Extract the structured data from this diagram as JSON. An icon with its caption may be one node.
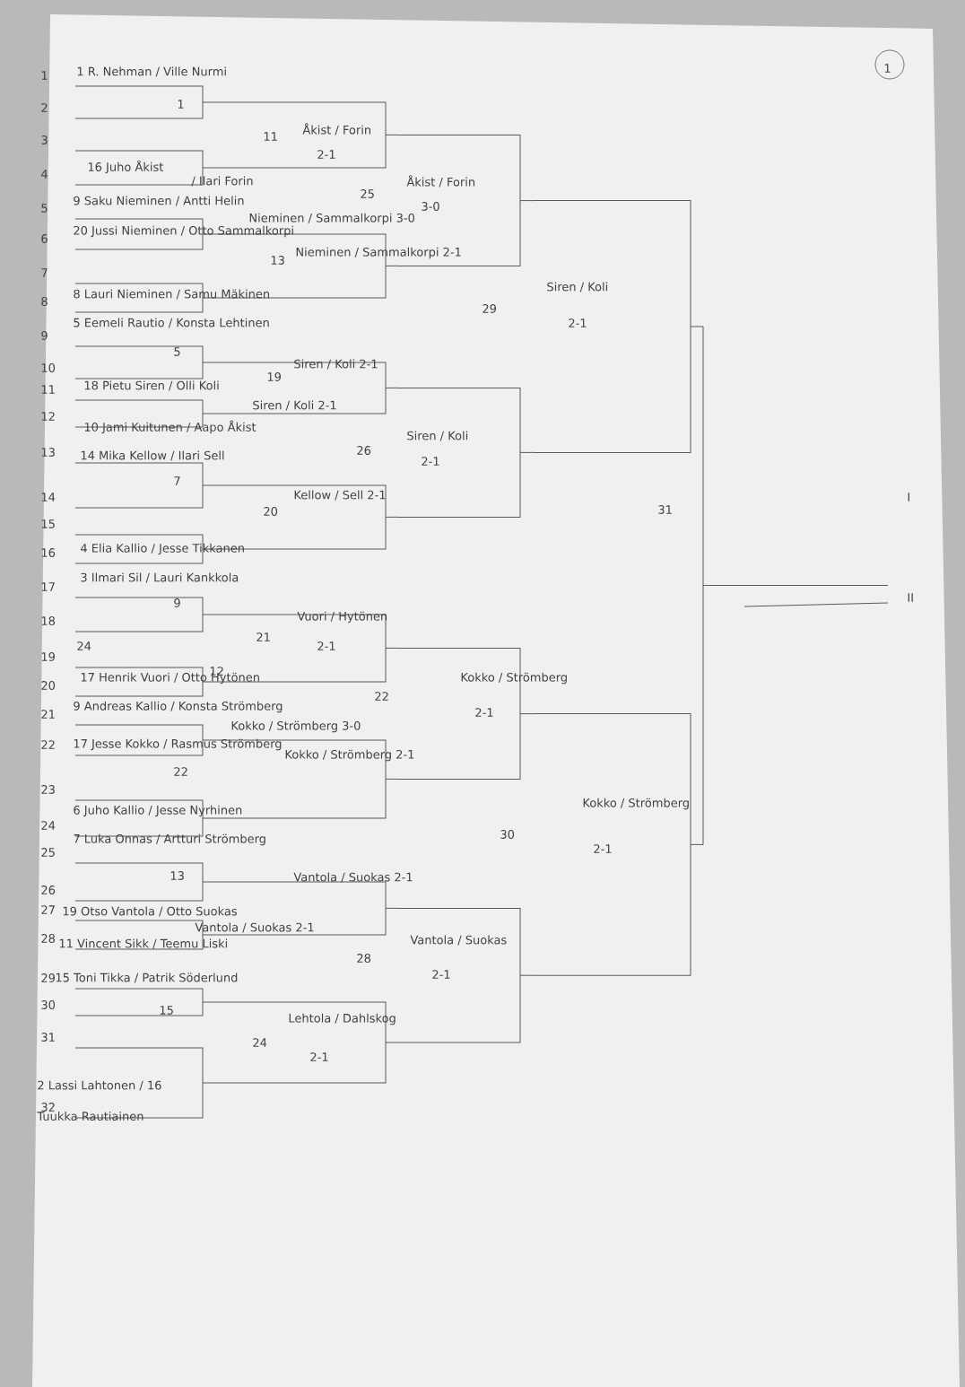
{
  "diagram": {
    "labels": [
      "1",
      "2",
      "3",
      "4",
      "5",
      "6",
      "7",
      "8",
      "9",
      "10",
      "11",
      "12",
      "13",
      "14",
      "15",
      "16",
      "17",
      "18",
      "19",
      "20",
      "21",
      "22",
      "23",
      "24",
      "25",
      "26",
      "27",
      "28",
      "29",
      "30",
      "31",
      "32",
      "1 R. Nehman / Ville Nurmi",
      "1",
      "11",
      "16 Juho Åkist",
      "/ Ilari Forin",
      "Åkist / Forin",
      "2-1",
      "25",
      "Åkist / Forin",
      "3-0",
      "9 Saku Nieminen / Antti Helin",
      "Nieminen / Sammalkorpi 3-0",
      "20 Jussi Nieminen / Otto Sammalkorpi",
      "13",
      "Nieminen / Sammalkorpi 2-1",
      "8 Lauri Nieminen / Samu Mäkinen",
      "5 Eemeli Rautio / Konsta Lehtinen",
      "5",
      "Siren / Koli 2-1",
      "18 Pietu Siren / Olli Koli",
      "19",
      "Siren / Koli 2-1",
      "10 Jami Kuitunen / Aapo Åkist",
      "26",
      "Siren / Koli",
      "2-1",
      "29",
      "Siren / Koli",
      "2-1",
      "14 Mika Kellow / Ilari Sell",
      "7",
      "Kellow / Sell 2-1",
      "20",
      "4 Elia Kallio / Jesse Tikkanen",
      "3 Ilmari Sil / Lauri Kankkola",
      "9",
      "21",
      "Vuori / Hytönen",
      "2-1",
      "24",
      "17 Henrik Vuori / Otto Hytönen",
      "12",
      "9 Andreas Kallio / Konsta Strömberg",
      "22",
      "Kokko / Strömberg 3-0",
      "Kokko / Strömberg",
      "2-1",
      "17 Jesse Kokko / Rasmus Strömberg",
      "22",
      "Kokko / Strömberg 2-1",
      "6 Juho Kallio / Jesse Nyrhinen",
      "7 Luka Onnas / Artturi Strömberg",
      "13",
      "30",
      "Kokko / Strömberg",
      "2-1",
      "Vantola / Suokas 2-1",
      "19 Otso Vantola / Otto Suokas",
      "Vantola / Suokas 2-1",
      "11 Vincent Sikk / Teemu Liski",
      "28",
      "Vantola / Suokas",
      "2-1",
      "15 Toni Tikka / Patrik Söderlund",
      "15",
      "24",
      "Lehtola / Dahlskog",
      "2-1",
      "2 Lassi Lahtonen / 16",
      "Tuukka Rautiainen",
      "31",
      "I",
      "II",
      "1"
    ]
  }
}
